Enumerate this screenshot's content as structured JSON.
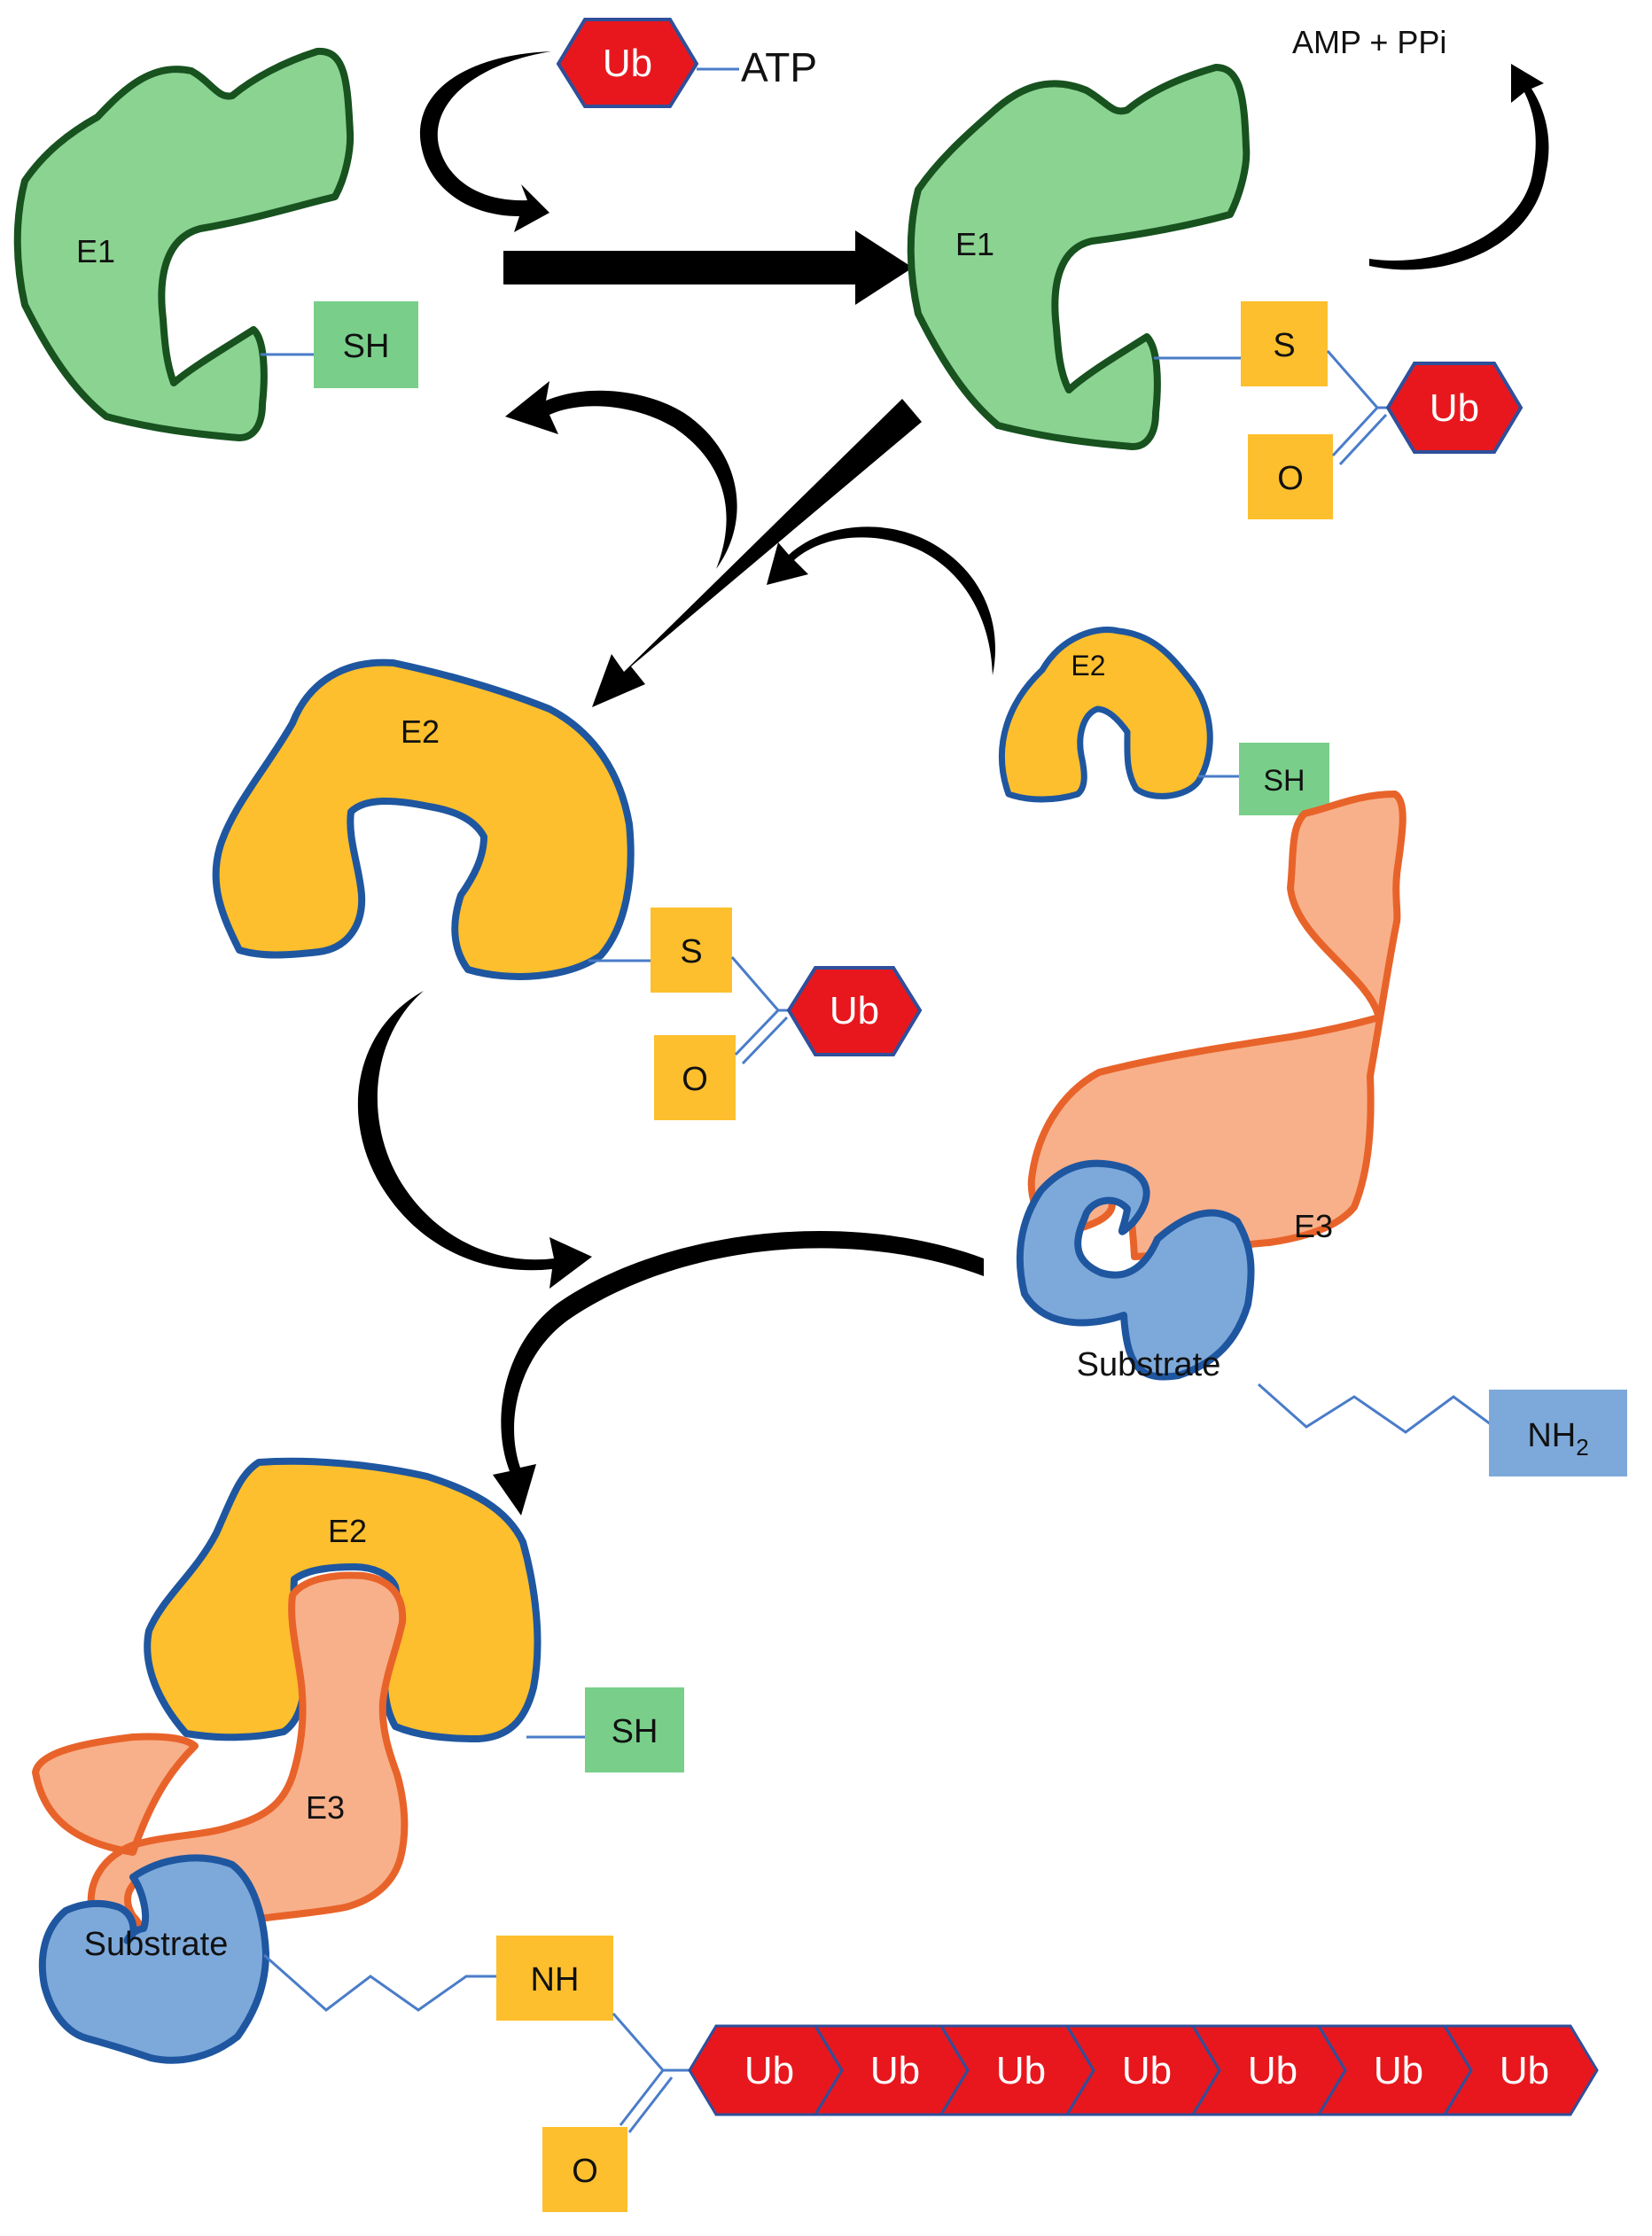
{
  "colors": {
    "e1_fill": "#8bd391",
    "e1_stroke": "#17521f",
    "e2_fill": "#fdbf2d",
    "e2_stroke": "#1f56a0",
    "e3_fill": "#f8b08a",
    "e3_stroke": "#e8632a",
    "substrate_fill": "#7da9da",
    "substrate_stroke": "#1f56a0",
    "sh_box": "#79cf8a",
    "so_box": "#fdbf2d",
    "nh2_box": "#7da9da",
    "ub_fill": "#e8171e",
    "ub_stroke": "#2f4f9a",
    "bond": "#4a7cc9",
    "arrow": "#000000"
  },
  "step1": {
    "enzyme": "E1",
    "thiol": "SH",
    "ub": "Ub",
    "atp": "ATP",
    "byproduct": "AMP + PPi"
  },
  "step2": {
    "enzyme": "E1",
    "sulfur": "S",
    "oxygen": "O",
    "ub": "Ub"
  },
  "step3": {
    "free_e2": "E2",
    "free_e2_thiol": "SH",
    "enzyme": "E2",
    "sulfur": "S",
    "oxygen": "O",
    "ub": "Ub"
  },
  "e3_complex": {
    "ligase": "E3",
    "substrate": "Substrate",
    "amine": "NH",
    "amine_subscript": "2"
  },
  "final": {
    "e2": "E2",
    "e2_thiol": "SH",
    "ligase": "E3",
    "substrate": "Substrate",
    "nh": "NH",
    "oxygen": "O",
    "chain": [
      "Ub",
      "Ub",
      "Ub",
      "Ub",
      "Ub",
      "Ub",
      "Ub"
    ]
  }
}
